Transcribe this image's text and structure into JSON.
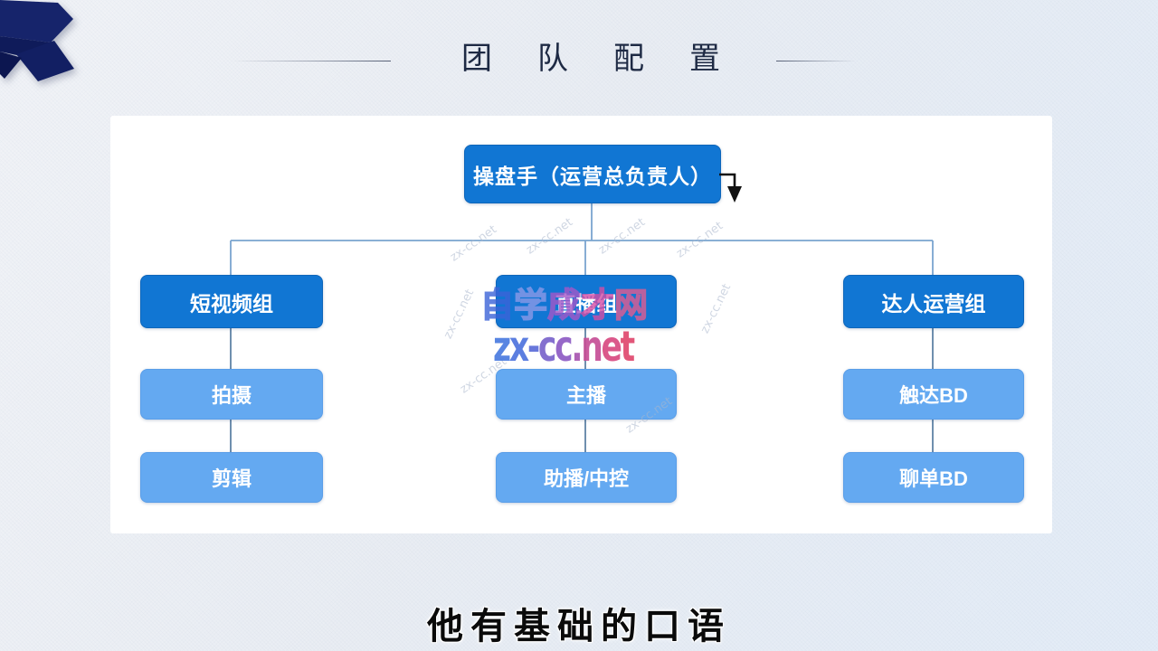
{
  "slide": {
    "title": "团队配置",
    "subtitle_caption": "他有基础的口语"
  },
  "org_chart": {
    "root_label": "操盘手（运营总负责人）",
    "groups": [
      {
        "label": "短视频组",
        "children": [
          "拍摄",
          "剪辑"
        ]
      },
      {
        "label": "直播组",
        "children": [
          "主播",
          "助播/中控"
        ]
      },
      {
        "label": "达人运营组",
        "children": [
          "触达BD",
          "聊单BD"
        ]
      }
    ]
  },
  "watermark": {
    "brand_chars": [
      "自",
      "学",
      "成",
      "才",
      "网"
    ],
    "site_chars": [
      "z",
      "x",
      "-",
      "c",
      "c",
      ".",
      "n",
      "e",
      "t"
    ],
    "scatter_text": "zx-cc.net"
  },
  "colors": {
    "box_primary": "#1176d3",
    "box_secondary": "#64a9f1",
    "connector": "#7aa4cf",
    "ribbon_navy": "#16246b",
    "watermark_blue": "#3b64d8",
    "watermark_pink": "#e0486e",
    "title_navy": "#1e2a44"
  }
}
